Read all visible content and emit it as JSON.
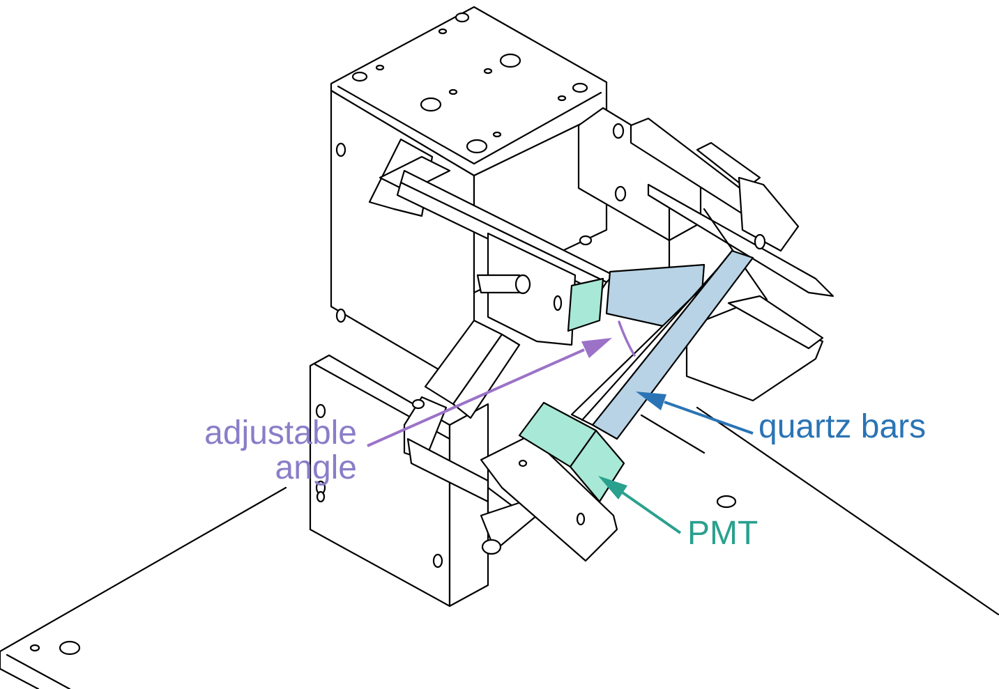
{
  "labels": {
    "adjustable_angle_line1": "adjustable",
    "adjustable_angle_line2": "angle",
    "quartz_bars": "quartz bars",
    "pmt": "PMT"
  },
  "colors": {
    "adjustable_angle": "#9b72c8",
    "quartz_bars": "#2a74b5",
    "pmt": "#2aa08e",
    "quartz_fill": "#b8d3e6",
    "pmt_fill": "#a8e8d6",
    "line": "#000000"
  },
  "icons": {
    "angle_marker": "arc",
    "pointers": "arrow"
  }
}
